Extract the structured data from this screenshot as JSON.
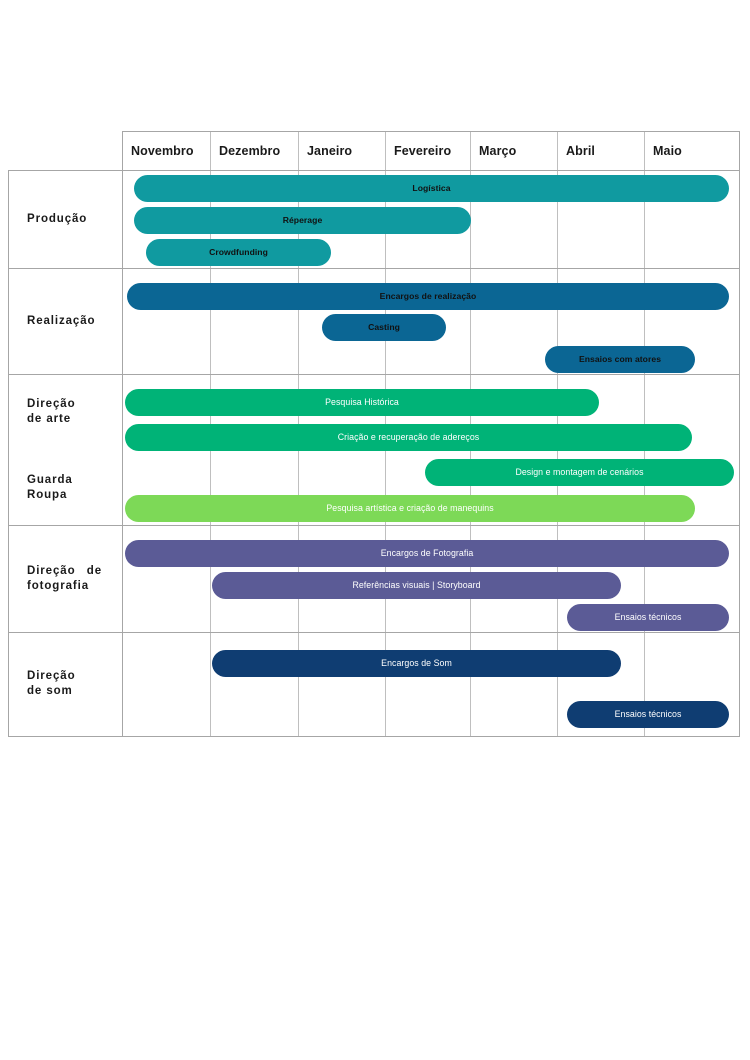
{
  "chart_data": {
    "type": "bar",
    "title": "",
    "xlabel": "",
    "ylabel": "",
    "orientation": "horizontal",
    "categories": [
      "Novembro",
      "Dezembro",
      "Janeiro",
      "Fevereiro",
      "Março",
      "Abril",
      "Maio"
    ],
    "groups": [
      {
        "label": "Produção",
        "tasks": [
          {
            "name": "Logística",
            "start_month": "Novembro",
            "end_month": "Maio",
            "color": "#109AA0",
            "text_color": "#111111"
          },
          {
            "name": "Réperage",
            "start_month": "Novembro",
            "end_month": "Fevereiro",
            "color": "#109AA0",
            "text_color": "#111111"
          },
          {
            "name": "Crowdfunding",
            "start_month": "Novembro",
            "end_month": "Janeiro",
            "color": "#109AA0",
            "text_color": "#111111"
          }
        ]
      },
      {
        "label": "Realização",
        "tasks": [
          {
            "name": "Encargos de realização",
            "start_month": "Novembro",
            "end_month": "Maio",
            "color": "#0B6694",
            "text_color": "#111111"
          },
          {
            "name": "Casting",
            "start_month": "Janeiro",
            "end_month": "Fevereiro",
            "color": "#0B6694",
            "text_color": "#111111"
          },
          {
            "name": "Ensaios com atores",
            "start_month": "Abril",
            "end_month": "Maio",
            "color": "#0B6694",
            "text_color": "#111111"
          }
        ]
      },
      {
        "label": "Direção de arte",
        "label_lines": [
          "Direção",
          "de arte"
        ],
        "tasks": [
          {
            "name": "Pesquisa Histórica",
            "start_month": "Novembro",
            "end_month": "Abril",
            "color": "#00B377",
            "text_color": "#ffffff"
          },
          {
            "name": "Criação e recuperação de adereços",
            "start_month": "Novembro",
            "end_month": "Maio",
            "color": "#00B377",
            "text_color": "#ffffff"
          },
          {
            "name": "Design e montagem de cenários",
            "start_month": "Fevereiro",
            "end_month": "Maio",
            "color": "#00B377",
            "text_color": "#ffffff"
          }
        ]
      },
      {
        "label": "Guarda Roupa",
        "label_lines": [
          "Guarda",
          "Roupa"
        ],
        "tasks": [
          {
            "name": "Pesquisa artística e criação de manequins",
            "start_month": "Novembro",
            "end_month": "Maio",
            "color": "#7DD957",
            "text_color": "#ffffff"
          }
        ]
      },
      {
        "label": "Direção de fotografia",
        "label_lines": [
          "Direção de",
          "fotografia"
        ],
        "tasks": [
          {
            "name": "Encargos de Fotografia",
            "start_month": "Novembro",
            "end_month": "Maio",
            "color": "#5B5B96",
            "text_color": "#ffffff"
          },
          {
            "name": "Referências visuais | Storyboard",
            "start_month": "Dezembro",
            "end_month": "Abril",
            "color": "#5B5B96",
            "text_color": "#ffffff"
          },
          {
            "name": "Ensaios técnicos",
            "start_month": "Abril",
            "end_month": "Maio",
            "color": "#5B5B96",
            "text_color": "#ffffff"
          }
        ]
      },
      {
        "label": "Direção de som",
        "label_lines": [
          "Direção",
          "de som"
        ],
        "tasks": [
          {
            "name": "Encargos de Som",
            "start_month": "Dezembro",
            "end_month": "Abril",
            "color": "#0F3D72",
            "text_color": "#ffffff"
          },
          {
            "name": "Ensaios técnicos",
            "start_month": "Abril",
            "end_month": "Maio",
            "color": "#0F3D72",
            "text_color": "#ffffff"
          }
        ]
      }
    ]
  },
  "header": {
    "months": [
      {
        "label": "Novembro"
      },
      {
        "label": "Dezembro"
      },
      {
        "label": "Janeiro"
      },
      {
        "label": "Fevereiro"
      },
      {
        "label": "Março"
      },
      {
        "label": "Abril"
      },
      {
        "label": "Maio"
      }
    ]
  },
  "rows": [
    {
      "label": "Produção",
      "lines": [
        "Produção"
      ]
    },
    {
      "label": "Realização",
      "lines": [
        "Realização"
      ]
    },
    {
      "label": "Direção de arte",
      "lines": [
        "Direção",
        "de arte"
      ]
    },
    {
      "label": "Guarda Roupa",
      "lines": [
        "Guarda",
        "Roupa"
      ]
    },
    {
      "label": "Direção de fotografia",
      "lines": [
        "Direção de",
        "fotografia"
      ]
    },
    {
      "label": "Direção de som",
      "lines": [
        "Direção",
        "de som"
      ]
    }
  ],
  "bars": [
    {
      "label": "Logística",
      "color": "#109AA0",
      "text": "dark"
    },
    {
      "label": "Réperage",
      "color": "#109AA0",
      "text": "dark"
    },
    {
      "label": "Crowdfunding",
      "color": "#109AA0",
      "text": "dark"
    },
    {
      "label": "Encargos de realização",
      "color": "#0B6694",
      "text": "dark"
    },
    {
      "label": "Casting",
      "color": "#0B6694",
      "text": "dark"
    },
    {
      "label": "Ensaios com atores",
      "color": "#0B6694",
      "text": "dark"
    },
    {
      "label": "Pesquisa Histórica",
      "color": "#00B377",
      "text": "light"
    },
    {
      "label": "Criação e recuperação de adereços",
      "color": "#00B377",
      "text": "light"
    },
    {
      "label": "Design e montagem de cenários",
      "color": "#00B377",
      "text": "light"
    },
    {
      "label": "Pesquisa artística e criação de manequins",
      "color": "#7DD957",
      "text": "light"
    },
    {
      "label": "Encargos de Fotografia",
      "color": "#5B5B96",
      "text": "light"
    },
    {
      "label": "Referências visuais | Storyboard",
      "color": "#5B5B96",
      "text": "light"
    },
    {
      "label": "Ensaios técnicos",
      "color": "#5B5B96",
      "text": "light"
    },
    {
      "label": "Encargos de Som",
      "color": "#0F3D72",
      "text": "light"
    },
    {
      "label": "Ensaios técnicos",
      "color": "#0F3D72",
      "text": "light"
    }
  ],
  "colors": {
    "producao": "#109AA0",
    "realizacao": "#0B6694",
    "direcao_arte": "#00B377",
    "guarda_roupa": "#7DD957",
    "fotografia": "#5B5B96",
    "som": "#0F3D72",
    "grid": "#bfbfbf",
    "border": "#a6a6a6"
  }
}
